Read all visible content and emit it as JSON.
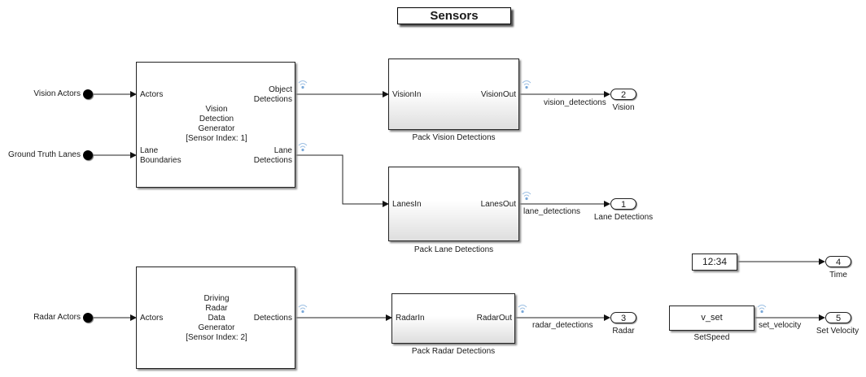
{
  "title": "Sensors",
  "sources": [
    {
      "id": "vision-actors",
      "label": "Vision Actors"
    },
    {
      "id": "ground-truth-lanes",
      "label": "Ground Truth Lanes"
    },
    {
      "id": "radar-actors",
      "label": "Radar Actors"
    }
  ],
  "vision_generator": {
    "name_lines": [
      "Vision",
      "Detection",
      "Generator",
      "[Sensor Index: 1]"
    ],
    "inputs": [
      "Actors",
      "Lane\nBoundaries"
    ],
    "outputs": [
      "Object\nDetections",
      "Lane\nDetections"
    ],
    "in1": "Actors",
    "in2_l1": "Lane",
    "in2_l2": "Boundaries",
    "out1_l1": "Object",
    "out1_l2": "Detections",
    "out2_l1": "Lane",
    "out2_l2": "Detections"
  },
  "radar_generator": {
    "name_lines": [
      "Driving",
      "Radar",
      "Data",
      "Generator",
      "[Sensor Index: 2]"
    ],
    "in1": "Actors",
    "out1": "Detections"
  },
  "pack_vision": {
    "name": "Pack Vision Detections",
    "in": "VisionIn",
    "out": "VisionOut"
  },
  "pack_lanes": {
    "name": "Pack Lane Detections",
    "in": "LanesIn",
    "out": "LanesOut"
  },
  "pack_radar": {
    "name": "Pack Radar Detections",
    "in": "RadarIn",
    "out": "RadarOut"
  },
  "clock": {
    "value": "12:34"
  },
  "constant": {
    "value": "v_set",
    "name": "SetSpeed"
  },
  "signals": {
    "vision": "vision_detections",
    "lanes": "lane_detections",
    "radar": "radar_detections",
    "velocity": "set_velocity"
  },
  "outports": [
    {
      "number": "1",
      "label": "Lane Detections"
    },
    {
      "number": "2",
      "label": "Vision"
    },
    {
      "number": "3",
      "label": "Radar"
    },
    {
      "number": "4",
      "label": "Time"
    },
    {
      "number": "5",
      "label": "Set Velocity"
    }
  ],
  "colors": {
    "line": "#222222",
    "wifi": "#7aa8d8"
  }
}
